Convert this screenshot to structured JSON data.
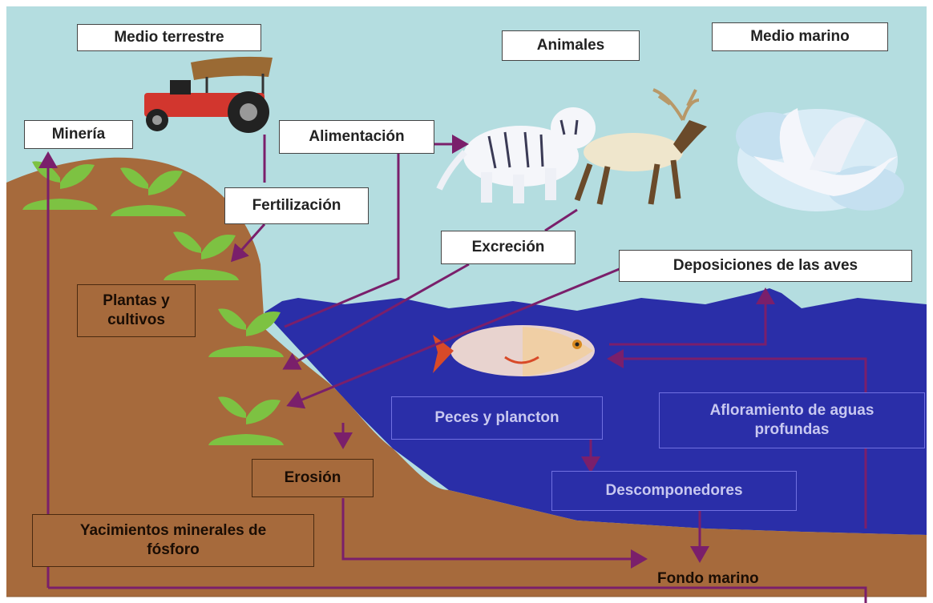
{
  "labels": {
    "medio_terrestre": "Medio terrestre",
    "animales": "Animales",
    "medio_marino": "Medio marino",
    "mineria": "Minería",
    "alimentacion": "Alimentación",
    "fertilizacion": "Fertilización",
    "excrecion": "Excreción",
    "deposiciones": "Deposiciones de las aves",
    "plantas_l1": "Plantas y",
    "plantas_l2": "cultivos",
    "peces": "Peces y plancton",
    "afloramiento_l1": "Afloramiento de aguas",
    "afloramiento_l2": "profundas",
    "erosion": "Erosión",
    "descomponedores": "Descomponedores",
    "yacimientos_l1": "Yacimientos minerales de",
    "yacimientos_l2": "fósforo",
    "fondo": "Fondo marino"
  },
  "colors": {
    "sky": "#b4dde0",
    "land": "#a66a3c",
    "sea": "#2a2ea8",
    "arrow": "#7a1f6b",
    "plant": "#7dc242"
  }
}
